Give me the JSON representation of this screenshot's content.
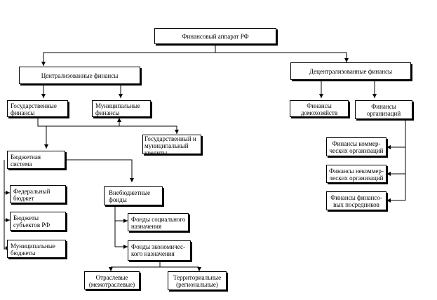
{
  "nodes": {
    "root": "Финансовый аппарат РФ",
    "centralized": "Централизованные финансы",
    "decentralized": "Децентрализованные финансы",
    "state_finance": "Государственные\nфинансы",
    "municipal_finance": "Муниципальные\nфинансы",
    "households": "Финансы\nдомохозяйств",
    "organizations": "Финансы\nорганизаций",
    "state_credit": "Государственный и\nмуниципальный\nкредиты",
    "budget_system": "Бюджетная\nсистема",
    "commercial": "Финансы коммер-\nческих организаций",
    "noncommercial": "Финансы некоммер-\nческих организаций",
    "financial_intermediaries": "Финансы финансо-\nвых посредников",
    "federal_budget": "Федеральный\nбюджет",
    "extra_budget_funds": "Внебюджетные\nфонды",
    "subject_budgets": "Бюджеты\nсубъектов РФ",
    "social_funds": "Фонды социального\nназначения",
    "municipal_budgets": "Муниципальные\nбюджеты",
    "economic_funds": "Фонды экономичес-\nкого назначения",
    "sectoral": "Отраслевые\n(межотраслевые)",
    "territorial": "Территориальные\n(региональные)"
  }
}
